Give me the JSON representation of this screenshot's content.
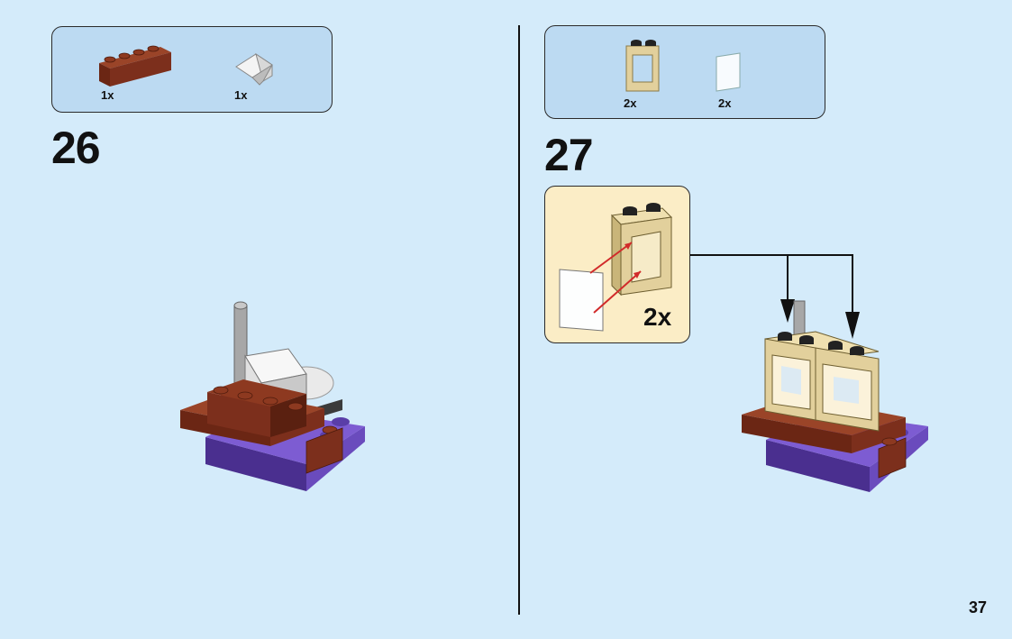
{
  "step26": {
    "number": "26",
    "parts": [
      {
        "qty": "1x",
        "part": "reddish-brown-brick-1x4"
      },
      {
        "qty": "1x",
        "part": "white-slope-brick"
      }
    ]
  },
  "step27": {
    "number": "27",
    "parts": [
      {
        "qty": "2x",
        "part": "tan-window-frame"
      },
      {
        "qty": "2x",
        "part": "trans-clear-window-glass"
      }
    ],
    "subassembly_multiplier": "2x"
  },
  "page_number": "37",
  "colors": {
    "background": "#d4ebfa",
    "callout": "#bcdaf2",
    "subassembly_box": "#fbedc6",
    "reddish_brown": "#7c2f1c",
    "tan": "#e2d09c",
    "purple": "#6a4bbd",
    "arrow_red": "#d12a2a"
  }
}
